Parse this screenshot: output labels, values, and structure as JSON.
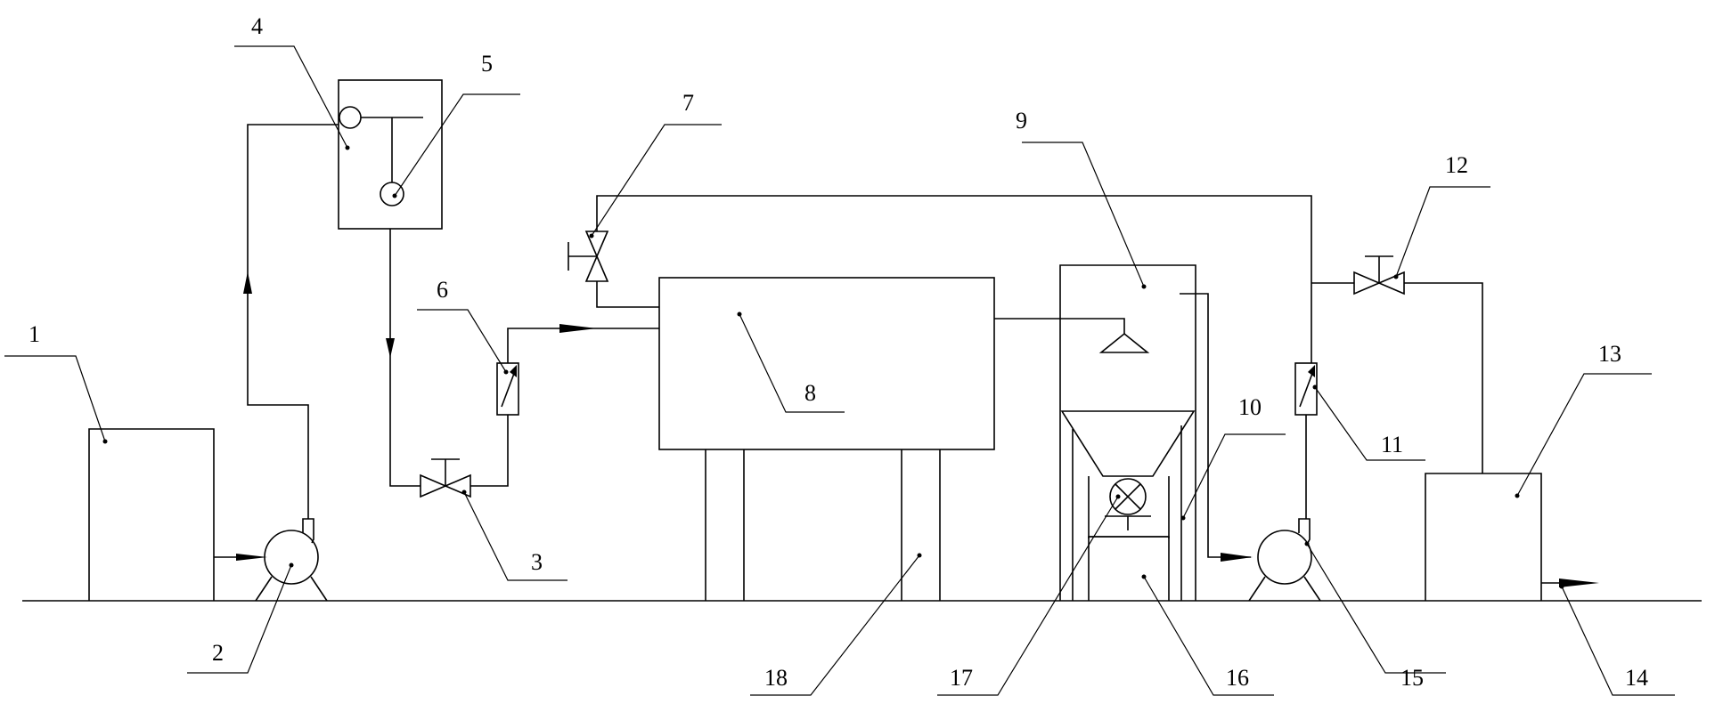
{
  "labels": {
    "l1": "1",
    "l2": "2",
    "l3": "3",
    "l4": "4",
    "l5": "5",
    "l6": "6",
    "l7": "7",
    "l8": "8",
    "l9": "9",
    "l10": "10",
    "l11": "11",
    "l12": "12",
    "l13": "13",
    "l14": "14",
    "l15": "15",
    "l16": "16",
    "l17": "17",
    "l18": "18"
  },
  "colors": {
    "line": "#000000",
    "background": "#ffffff"
  }
}
